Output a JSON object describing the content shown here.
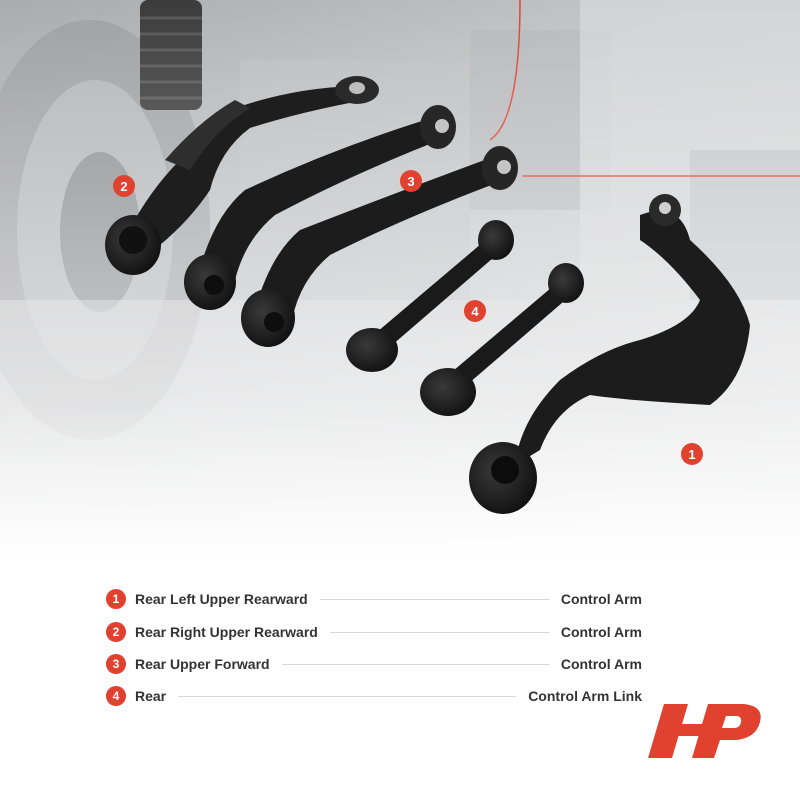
{
  "callouts": [
    {
      "number": "1",
      "part": "Rear Left Upper Rearward",
      "type": "Control Arm"
    },
    {
      "number": "2",
      "part": "Rear Right Upper Rearward",
      "type": "Control Arm"
    },
    {
      "number": "3",
      "part": "Rear Upper Forward",
      "type": "Control Arm"
    },
    {
      "number": "4",
      "part": "Rear",
      "type": "Control Arm Link"
    }
  ],
  "colors": {
    "accent": "#e0422f",
    "text": "#333333",
    "arm": "#1d1d1d",
    "background_photo": "#c9cbcd"
  },
  "icons": [
    "brand-logo-icon"
  ]
}
